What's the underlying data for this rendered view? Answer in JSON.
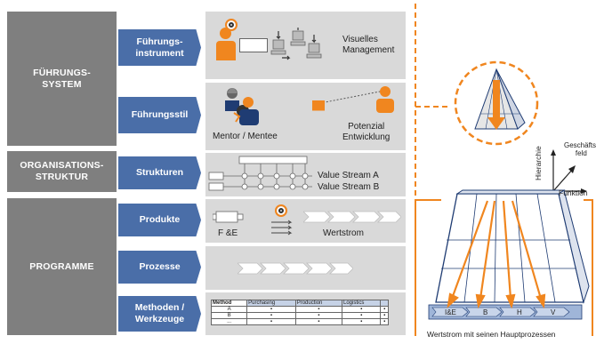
{
  "sections": {
    "fuehrungssystem": "FÜHRUNGS-\nSYSTEM",
    "organisationsstruktur": "ORGANISATIONS-\nSTRUKTUR",
    "programme": "PROGRAMME"
  },
  "rows": {
    "fuehrungsinstrument": {
      "tab": "Führungs-\ninstrument",
      "label": "Visuelles\nManagement"
    },
    "fuehrungsstil": {
      "tab": "Führungsstil",
      "label_left": "Mentor / Mentee",
      "label_right": "Potenzial\nEntwicklung"
    },
    "strukturen": {
      "tab": "Strukturen",
      "label_a": "Value Stream A",
      "label_b": "Value Stream B"
    },
    "produkte": {
      "tab": "Produkte",
      "label_left": "F &E",
      "label_right": "Wertstrom"
    },
    "prozesse": {
      "tab": "Prozesse"
    },
    "methoden": {
      "tab": "Methoden /\nWerkzeuge",
      "table_header": [
        "Method",
        "Purchasing",
        "Production",
        "Logistics",
        ""
      ],
      "table_rows": [
        "A",
        "B",
        "..."
      ]
    }
  },
  "axes": {
    "y": "Hierarchie",
    "diag": "Geschäfts-\nfeld",
    "x": "Funktion"
  },
  "pyramid": {
    "bottom_labels": [
      "I&E",
      "B",
      "H",
      "V"
    ],
    "caption": "Wertstrom mit seinen Hauptprozessen"
  },
  "colors": {
    "grey": "#7f7f7f",
    "blue": "#4a6ea8",
    "panel": "#d9d9d9",
    "orange": "#f0861f",
    "dark_blue": "#1f3c73"
  }
}
